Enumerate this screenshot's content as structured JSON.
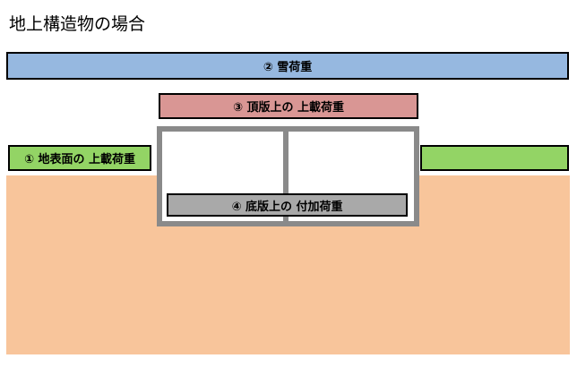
{
  "title": "地上構造物の場合",
  "loads": {
    "snow": "② 雪荷重",
    "roof": "③ 頂版上の 上載荷重",
    "surface": "① 地表面の 上載荷重",
    "floor": "④ 底版上の 付加荷重"
  },
  "colors": {
    "snow": "#96b8e0",
    "roof": "#d99694",
    "surface": "#93d465",
    "floor": "#a9a9a9",
    "ground": "#f8c59b",
    "structure": "#8a8a8a"
  }
}
